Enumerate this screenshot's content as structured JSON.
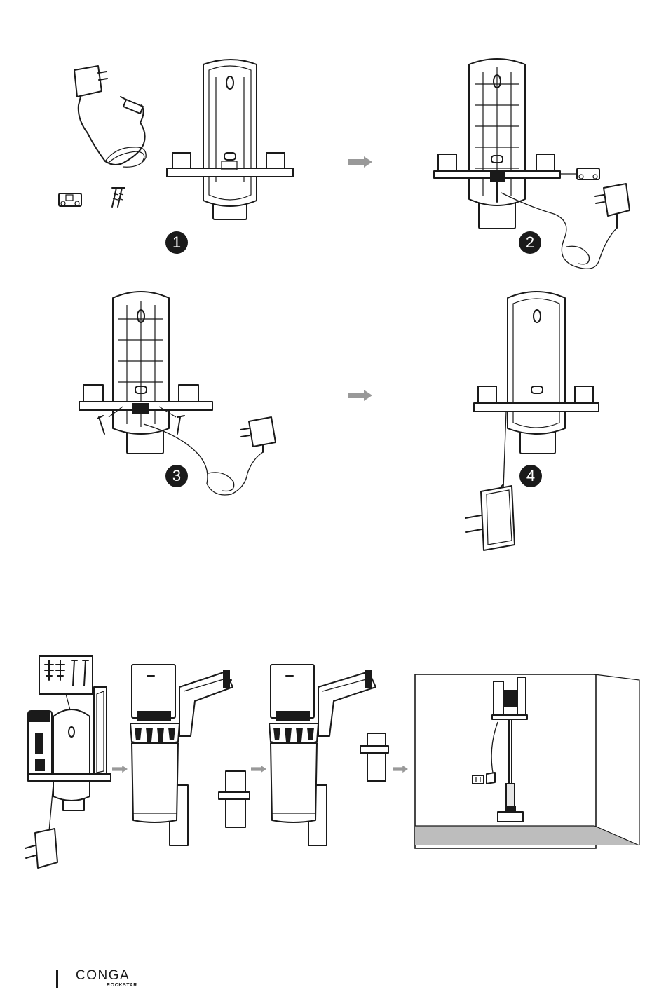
{
  "steps": [
    {
      "number": "1"
    },
    {
      "number": "2"
    },
    {
      "number": "3"
    },
    {
      "number": "4"
    }
  ],
  "brand": {
    "name": "CONGA",
    "subtitle": "ROCKSTAR"
  }
}
